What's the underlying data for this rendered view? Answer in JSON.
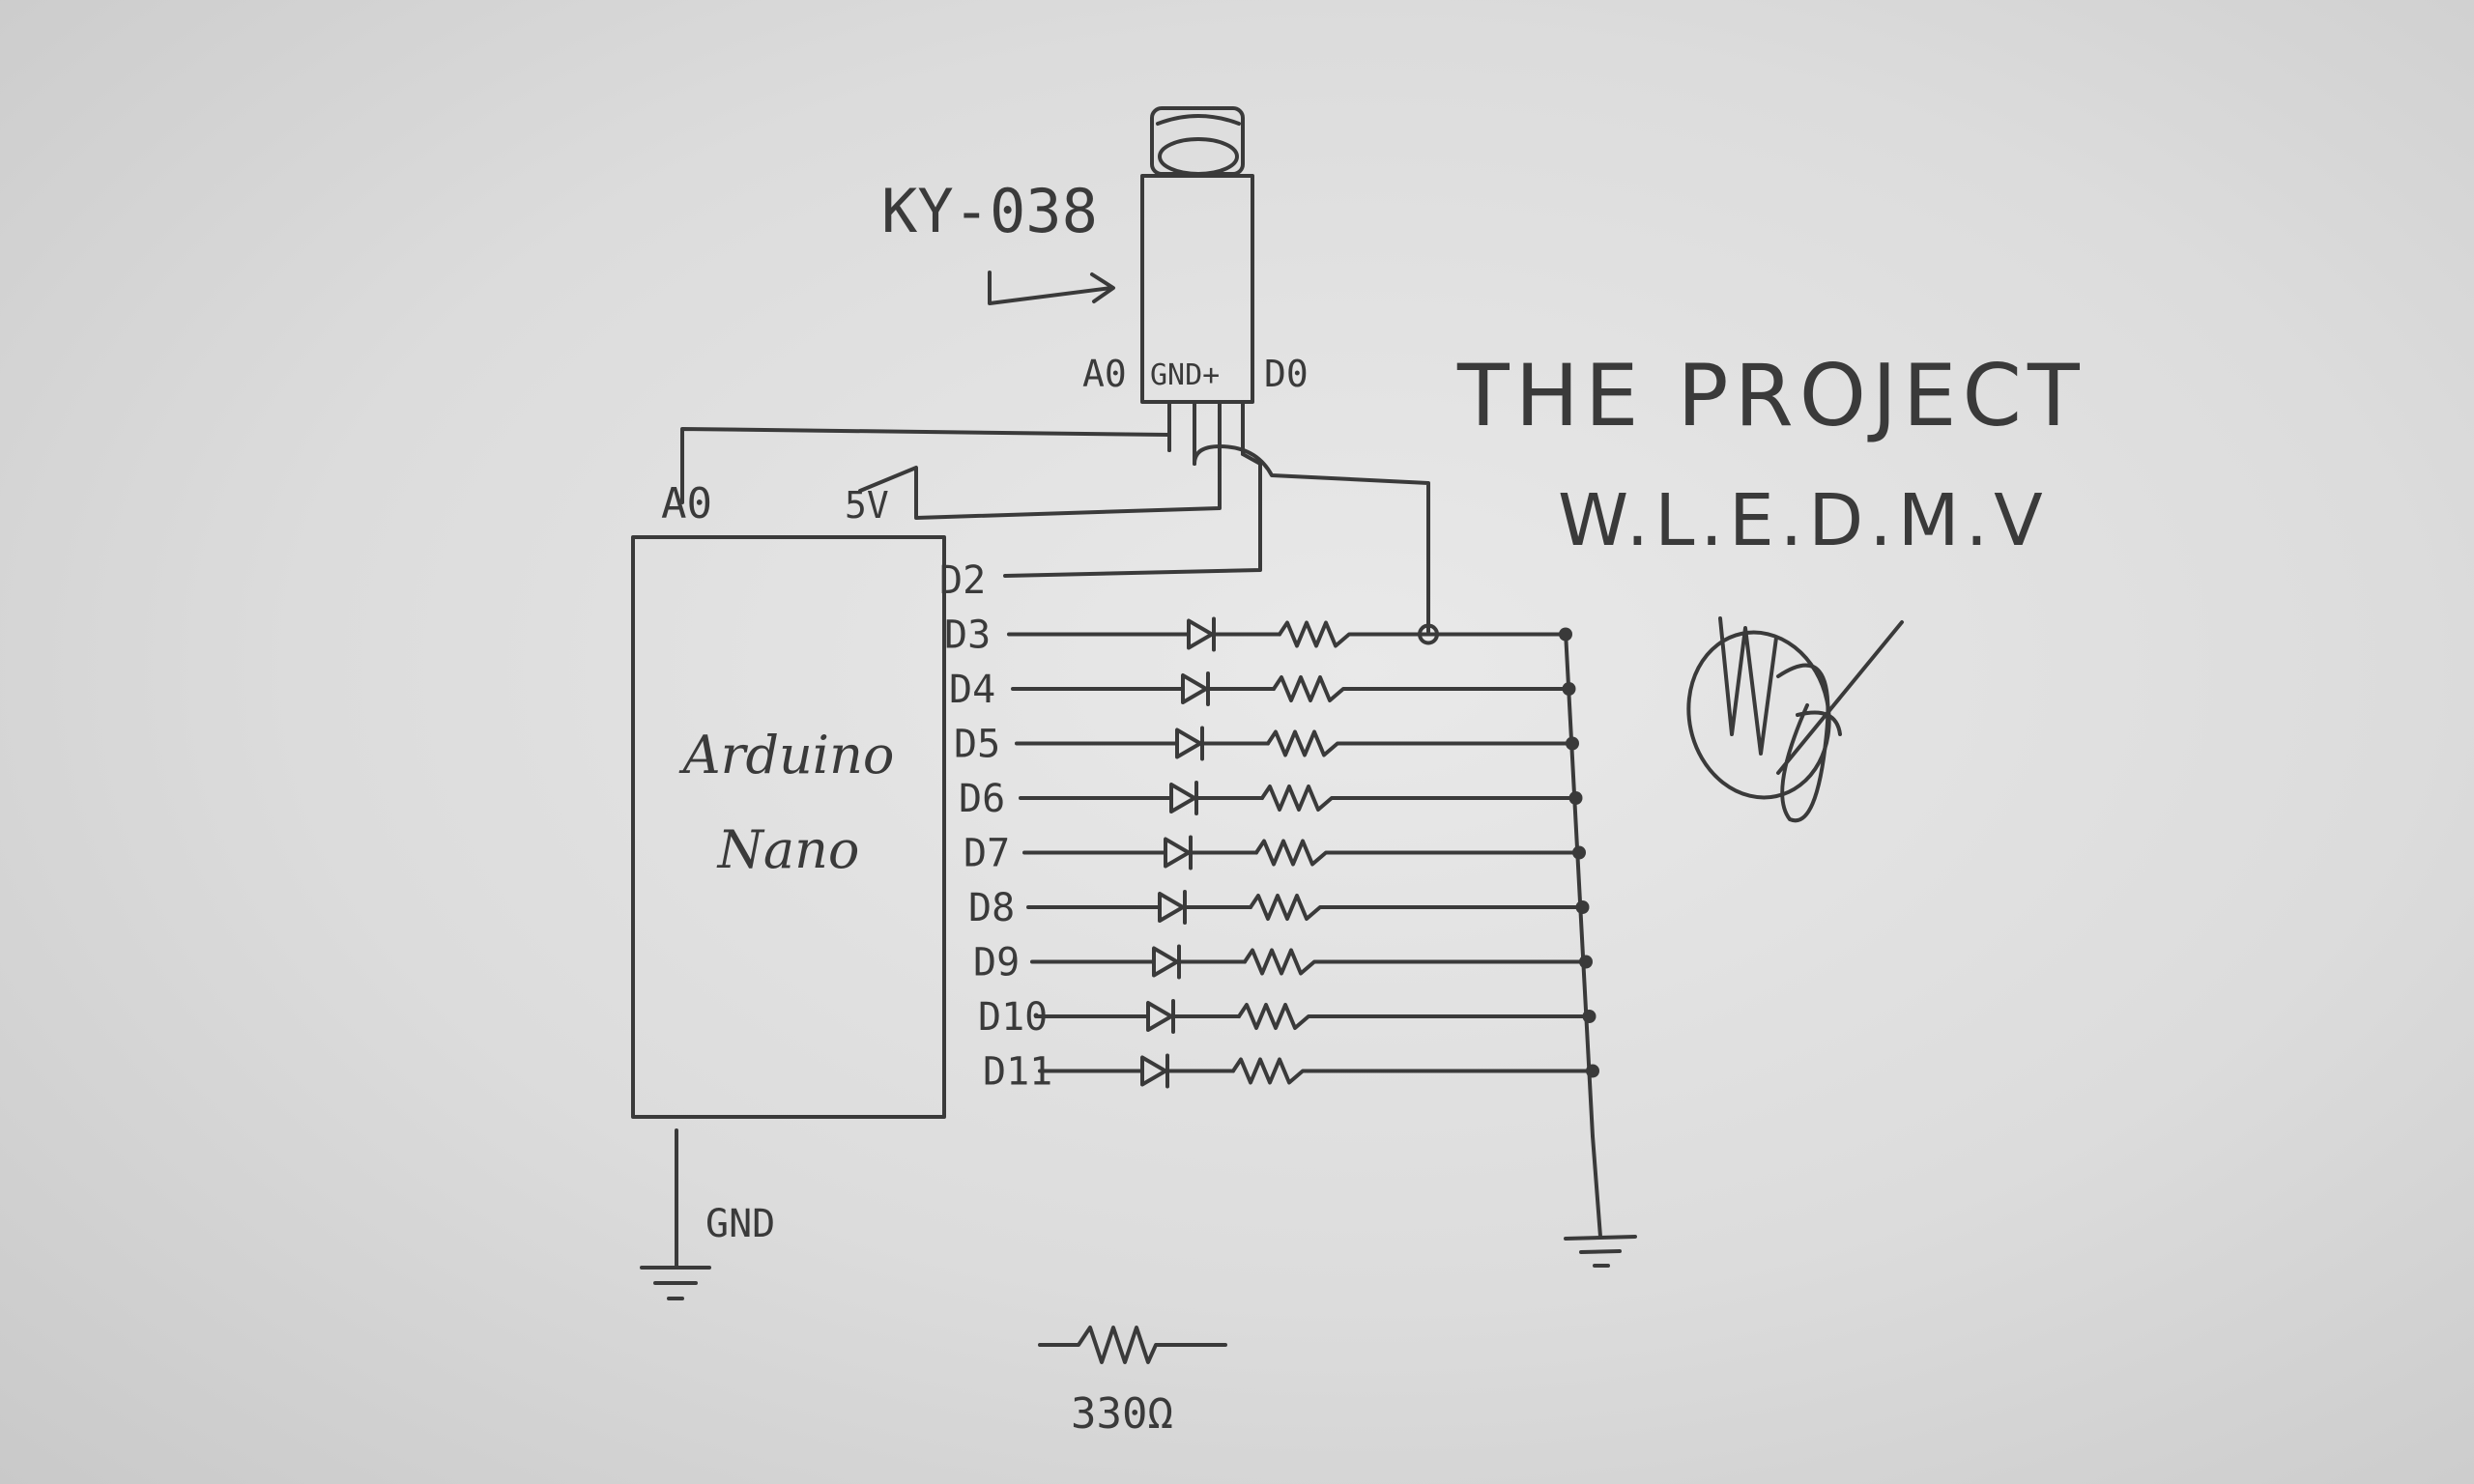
{
  "sensor": {
    "name": "KY-038",
    "pin_a0": "A0",
    "pin_gnd_plus": "GND+",
    "pin_d0": "D0"
  },
  "board": {
    "line1": "Arduino",
    "line2": "Nano",
    "pin_a0": "A0",
    "pin_5v": "5V",
    "pins": [
      "D2",
      "D3",
      "D4",
      "D5",
      "D6",
      "D7",
      "D8",
      "D9",
      "D10",
      "D11"
    ],
    "gnd": "GND"
  },
  "title": {
    "line1": "THE PROJECT",
    "line2": "W.L.E.D.M.V"
  },
  "legend": {
    "resistor_value": "330Ω"
  },
  "colors": {
    "ink": "#3a3a3a",
    "paper": "#dedede"
  }
}
